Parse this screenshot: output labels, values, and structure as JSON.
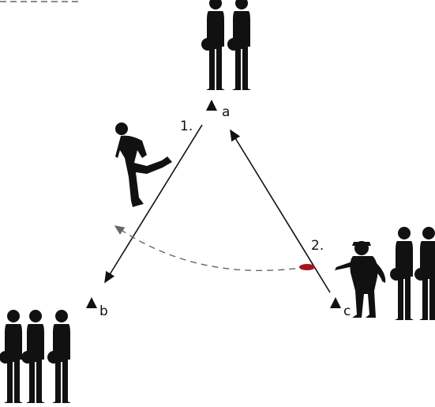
{
  "stations": [
    {
      "id": "a",
      "label": "a"
    },
    {
      "id": "b",
      "label": "b"
    },
    {
      "id": "c",
      "label": "c"
    }
  ],
  "steps": [
    {
      "number": "1.",
      "from": "a",
      "to": "b",
      "type": "run"
    },
    {
      "number": "2.",
      "from": "c",
      "to": "a",
      "type": "run"
    }
  ],
  "throw": {
    "from": "c",
    "toward": "b",
    "object": "disc"
  },
  "colors": {
    "ink": "#111111",
    "disc": "#a3171b",
    "dashed_path": "#666666"
  }
}
